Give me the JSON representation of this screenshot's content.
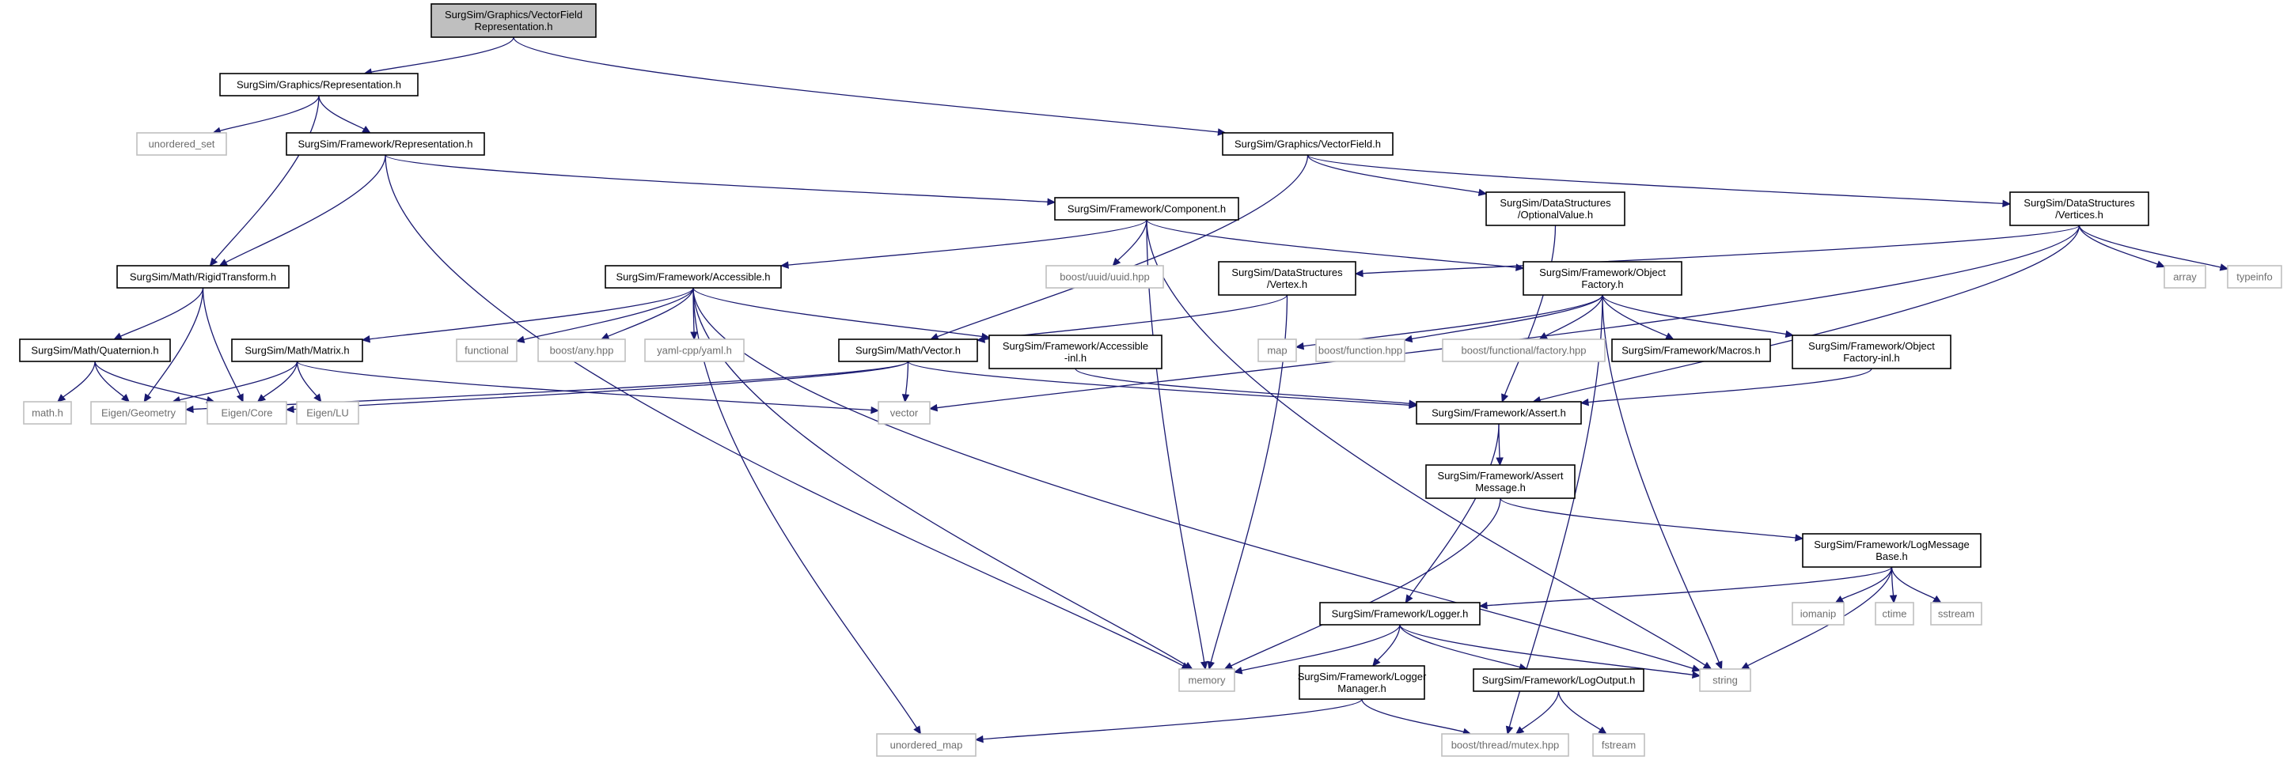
{
  "diagram": {
    "title": "",
    "colors": {
      "edge": "#191970",
      "root_fill": "#bfbfbf",
      "node_border": "#000000",
      "external_border": "#bfbfbf",
      "external_text": "#6e6e6e"
    },
    "nodes": [
      {
        "id": "root",
        "kind": "root",
        "lines": [
          "SurgSim/Graphics/VectorField",
          "Representation.h"
        ]
      },
      {
        "id": "gfx_repr",
        "kind": "proj",
        "lines": [
          "SurgSim/Graphics/Representation.h"
        ]
      },
      {
        "id": "gfx_vf",
        "kind": "proj",
        "lines": [
          "SurgSim/Graphics/VectorField.h"
        ]
      },
      {
        "id": "unordered_set",
        "kind": "ext",
        "lines": [
          "unordered_set"
        ]
      },
      {
        "id": "fw_repr",
        "kind": "proj",
        "lines": [
          "SurgSim/Framework/Representation.h"
        ]
      },
      {
        "id": "ds_optval",
        "kind": "proj",
        "lines": [
          "SurgSim/DataStructures",
          "/OptionalValue.h"
        ]
      },
      {
        "id": "ds_vertices",
        "kind": "proj",
        "lines": [
          "SurgSim/DataStructures",
          "/Vertices.h"
        ]
      },
      {
        "id": "fw_component",
        "kind": "proj",
        "lines": [
          "SurgSim/Framework/Component.h"
        ]
      },
      {
        "id": "rigid",
        "kind": "proj",
        "lines": [
          "SurgSim/Math/RigidTransform.h"
        ]
      },
      {
        "id": "accessible",
        "kind": "proj",
        "lines": [
          "SurgSim/Framework/Accessible.h"
        ]
      },
      {
        "id": "uuid",
        "kind": "ext",
        "lines": [
          "boost/uuid/uuid.hpp"
        ]
      },
      {
        "id": "ds_vertex",
        "kind": "proj",
        "lines": [
          "SurgSim/DataStructures",
          "/Vertex.h"
        ]
      },
      {
        "id": "objfactory",
        "kind": "proj",
        "lines": [
          "SurgSim/Framework/Object",
          "Factory.h"
        ]
      },
      {
        "id": "array",
        "kind": "ext",
        "lines": [
          "array"
        ]
      },
      {
        "id": "typeinfo",
        "kind": "ext",
        "lines": [
          "typeinfo"
        ]
      },
      {
        "id": "quat",
        "kind": "proj",
        "lines": [
          "SurgSim/Math/Quaternion.h"
        ]
      },
      {
        "id": "matrix",
        "kind": "proj",
        "lines": [
          "SurgSim/Math/Matrix.h"
        ]
      },
      {
        "id": "functional",
        "kind": "ext",
        "lines": [
          "functional"
        ]
      },
      {
        "id": "any",
        "kind": "ext",
        "lines": [
          "boost/any.hpp"
        ]
      },
      {
        "id": "yaml",
        "kind": "ext",
        "lines": [
          "yaml-cpp/yaml.h"
        ]
      },
      {
        "id": "mvector",
        "kind": "proj",
        "lines": [
          "SurgSim/Math/Vector.h"
        ]
      },
      {
        "id": "acc_inl",
        "kind": "proj",
        "lines": [
          "SurgSim/Framework/Accessible",
          "-inl.h"
        ]
      },
      {
        "id": "map",
        "kind": "ext",
        "lines": [
          "map"
        ]
      },
      {
        "id": "bfunction",
        "kind": "ext",
        "lines": [
          "boost/function.hpp"
        ]
      },
      {
        "id": "bfactory",
        "kind": "ext",
        "lines": [
          "boost/functional/factory.hpp"
        ]
      },
      {
        "id": "macros",
        "kind": "proj",
        "lines": [
          "SurgSim/Framework/Macros.h"
        ]
      },
      {
        "id": "objf_inl",
        "kind": "proj",
        "lines": [
          "SurgSim/Framework/Object",
          "Factory-inl.h"
        ]
      },
      {
        "id": "mathh",
        "kind": "ext",
        "lines": [
          "math.h"
        ]
      },
      {
        "id": "egeom",
        "kind": "ext",
        "lines": [
          "Eigen/Geometry"
        ]
      },
      {
        "id": "ecore",
        "kind": "ext",
        "lines": [
          "Eigen/Core"
        ]
      },
      {
        "id": "elu",
        "kind": "ext",
        "lines": [
          "Eigen/LU"
        ]
      },
      {
        "id": "vector",
        "kind": "ext",
        "lines": [
          "vector"
        ]
      },
      {
        "id": "assert",
        "kind": "proj",
        "lines": [
          "SurgSim/Framework/Assert.h"
        ]
      },
      {
        "id": "assertmsg",
        "kind": "proj",
        "lines": [
          "SurgSim/Framework/Assert",
          "Message.h"
        ]
      },
      {
        "id": "logmsgbase",
        "kind": "proj",
        "lines": [
          "SurgSim/Framework/LogMessage",
          "Base.h"
        ]
      },
      {
        "id": "iomanip",
        "kind": "ext",
        "lines": [
          "iomanip"
        ]
      },
      {
        "id": "ctime",
        "kind": "ext",
        "lines": [
          "ctime"
        ]
      },
      {
        "id": "sstream",
        "kind": "ext",
        "lines": [
          "sstream"
        ]
      },
      {
        "id": "logger",
        "kind": "proj",
        "lines": [
          "SurgSim/Framework/Logger.h"
        ]
      },
      {
        "id": "memory",
        "kind": "ext",
        "lines": [
          "memory"
        ]
      },
      {
        "id": "string",
        "kind": "ext",
        "lines": [
          "string"
        ]
      },
      {
        "id": "loggermgr",
        "kind": "proj",
        "lines": [
          "SurgSim/Framework/Logger",
          "Manager.h"
        ]
      },
      {
        "id": "logoutput",
        "kind": "proj",
        "lines": [
          "SurgSim/Framework/LogOutput.h"
        ]
      },
      {
        "id": "unordered_map",
        "kind": "ext",
        "lines": [
          "unordered_map"
        ]
      },
      {
        "id": "mutex",
        "kind": "ext",
        "lines": [
          "boost/thread/mutex.hpp"
        ]
      },
      {
        "id": "fstream",
        "kind": "ext",
        "lines": [
          "fstream"
        ]
      }
    ],
    "edges": [
      [
        "root",
        "gfx_repr"
      ],
      [
        "root",
        "gfx_vf"
      ],
      [
        "gfx_repr",
        "unordered_set"
      ],
      [
        "gfx_repr",
        "fw_repr"
      ],
      [
        "gfx_repr",
        "rigid"
      ],
      [
        "fw_repr",
        "rigid"
      ],
      [
        "fw_repr",
        "fw_component"
      ],
      [
        "fw_repr",
        "memory"
      ],
      [
        "gfx_vf",
        "mvector"
      ],
      [
        "gfx_vf",
        "ds_optval"
      ],
      [
        "gfx_vf",
        "ds_vertices"
      ],
      [
        "ds_optval",
        "assert"
      ],
      [
        "ds_vertices",
        "ds_vertex"
      ],
      [
        "ds_vertices",
        "array"
      ],
      [
        "ds_vertices",
        "typeinfo"
      ],
      [
        "ds_vertices",
        "vector"
      ],
      [
        "ds_vertices",
        "assert"
      ],
      [
        "fw_component",
        "accessible"
      ],
      [
        "fw_component",
        "uuid"
      ],
      [
        "fw_component",
        "memory"
      ],
      [
        "fw_component",
        "objfactory"
      ],
      [
        "fw_component",
        "string"
      ],
      [
        "rigid",
        "quat"
      ],
      [
        "rigid",
        "egeom"
      ],
      [
        "rigid",
        "ecore"
      ],
      [
        "accessible",
        "matrix"
      ],
      [
        "accessible",
        "functional"
      ],
      [
        "accessible",
        "any"
      ],
      [
        "accessible",
        "yaml"
      ],
      [
        "accessible",
        "acc_inl"
      ],
      [
        "accessible",
        "memory"
      ],
      [
        "accessible",
        "string"
      ],
      [
        "accessible",
        "unordered_map"
      ],
      [
        "ds_vertex",
        "mvector"
      ],
      [
        "ds_vertex",
        "memory"
      ],
      [
        "objfactory",
        "map"
      ],
      [
        "objfactory",
        "bfunction"
      ],
      [
        "objfactory",
        "bfactory"
      ],
      [
        "objfactory",
        "macros"
      ],
      [
        "objfactory",
        "objf_inl"
      ],
      [
        "objfactory",
        "string"
      ],
      [
        "objfactory",
        "mutex"
      ],
      [
        "quat",
        "mathh"
      ],
      [
        "quat",
        "egeom"
      ],
      [
        "quat",
        "ecore"
      ],
      [
        "matrix",
        "egeom"
      ],
      [
        "matrix",
        "ecore"
      ],
      [
        "matrix",
        "elu"
      ],
      [
        "matrix",
        "vector"
      ],
      [
        "mvector",
        "egeom"
      ],
      [
        "mvector",
        "ecore"
      ],
      [
        "mvector",
        "vector"
      ],
      [
        "mvector",
        "assert"
      ],
      [
        "acc_inl",
        "assert"
      ],
      [
        "objf_inl",
        "assert"
      ],
      [
        "assert",
        "assertmsg"
      ],
      [
        "assert",
        "logger"
      ],
      [
        "assertmsg",
        "memory"
      ],
      [
        "assertmsg",
        "logmsgbase"
      ],
      [
        "logmsgbase",
        "logger"
      ],
      [
        "logmsgbase",
        "iomanip"
      ],
      [
        "logmsgbase",
        "ctime"
      ],
      [
        "logmsgbase",
        "sstream"
      ],
      [
        "logmsgbase",
        "string"
      ],
      [
        "logger",
        "memory"
      ],
      [
        "logger",
        "string"
      ],
      [
        "logger",
        "loggermgr"
      ],
      [
        "logger",
        "logoutput"
      ],
      [
        "loggermgr",
        "unordered_map"
      ],
      [
        "loggermgr",
        "mutex"
      ],
      [
        "logoutput",
        "mutex"
      ],
      [
        "logoutput",
        "fstream"
      ]
    ]
  }
}
